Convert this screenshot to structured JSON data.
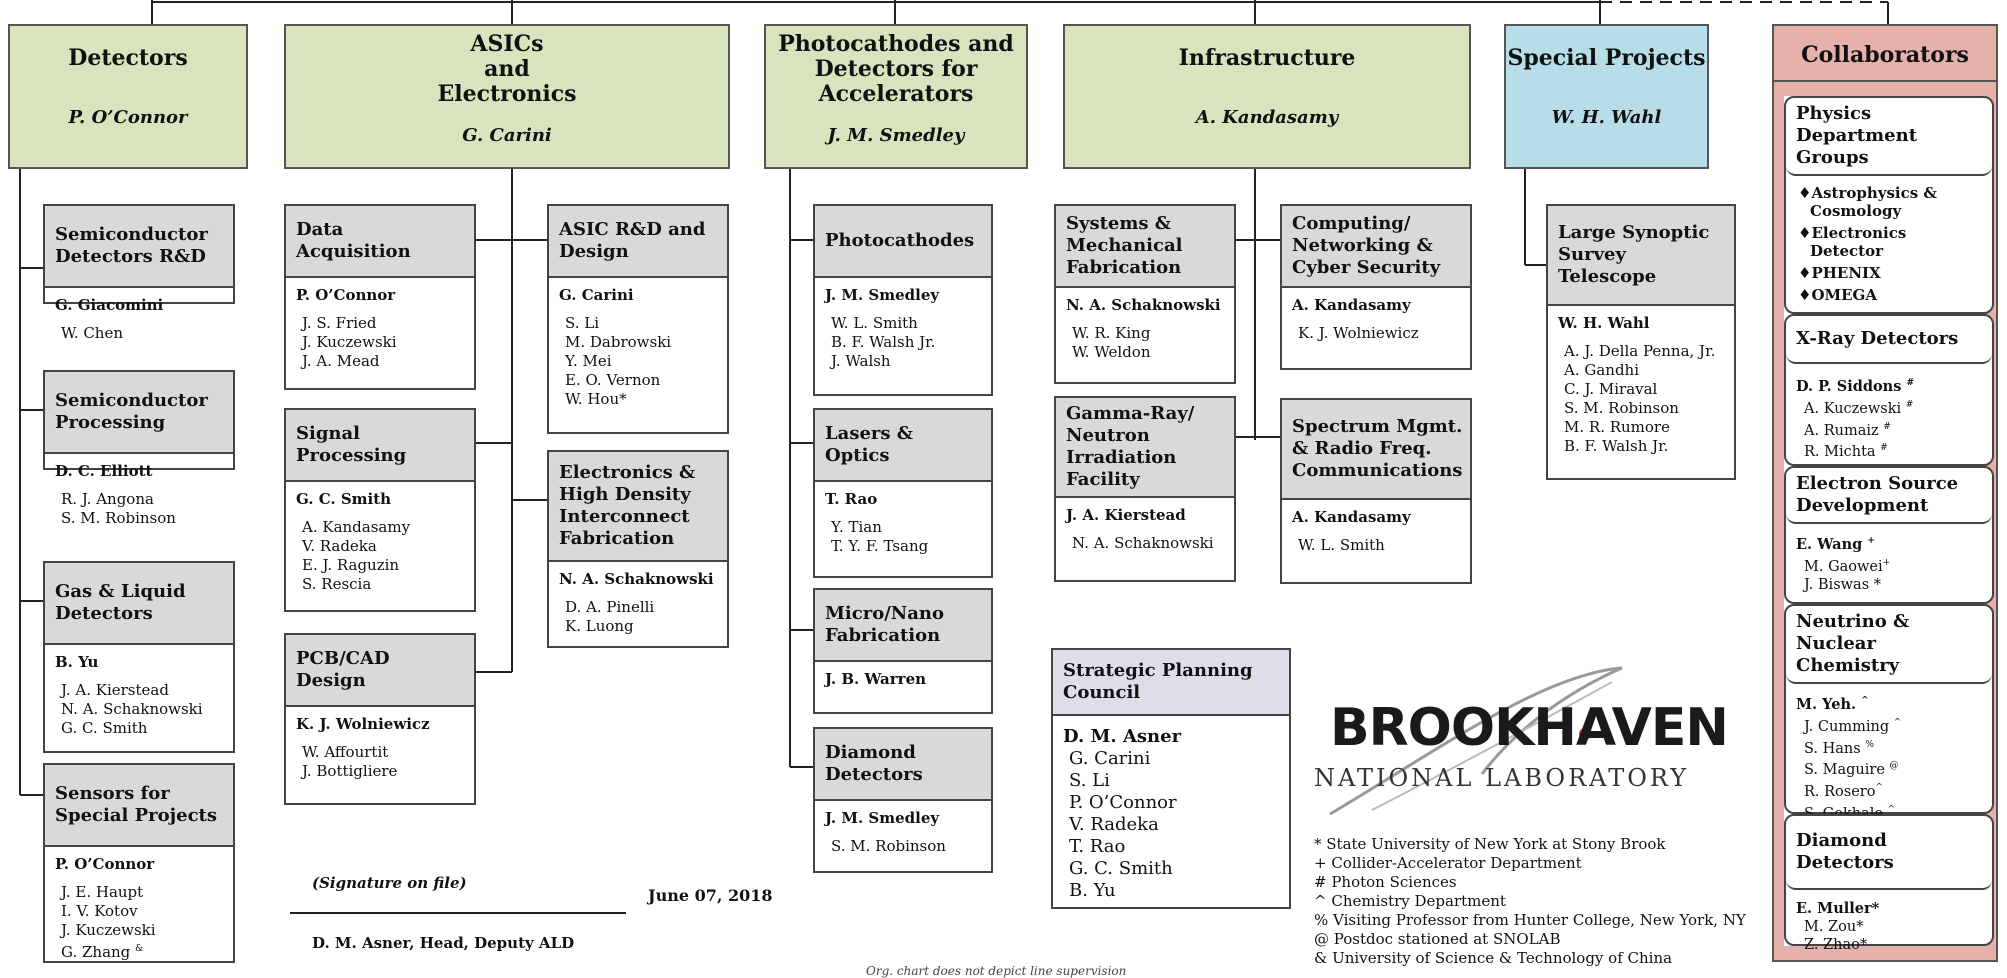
{
  "top_boxes": {
    "detectors": {
      "title": "Detectors",
      "leader": "P. O’Connor"
    },
    "asics": {
      "title1": "ASICs",
      "title2": "and",
      "title3": "Electronics",
      "leader": "G. Carini"
    },
    "photo": {
      "title1": "Photocathodes and",
      "title2": "Detectors for",
      "title3": "Accelerators",
      "leader": "J. M. Smedley"
    },
    "infra": {
      "title": "Infrastructure",
      "leader": "A. Kandasamy"
    },
    "special": {
      "title": "Special Projects",
      "leader": "W. H. Wahl"
    },
    "collab": {
      "title": "Collaborators"
    }
  },
  "groups": {
    "semi_rd": {
      "title": "Semiconductor Detectors R&D",
      "lead": "G. Giacomini",
      "members": [
        "W. Chen"
      ]
    },
    "semi_proc": {
      "title": "Semiconductor Processing",
      "lead": "D. C. Elliott",
      "members": [
        "R. J. Angona",
        "S. M. Robinson"
      ]
    },
    "gas": {
      "title": "Gas & Liquid Detectors",
      "lead": "B. Yu",
      "members": [
        "J. A. Kierstead",
        "N. A. Schaknowski",
        "G. C. Smith"
      ]
    },
    "sensors": {
      "title": "Sensors for Special Projects",
      "lead": "P. O’Connor",
      "members": [
        "J. E. Haupt",
        "I. V. Kotov",
        "J. Kuczewski",
        "G. Zhang"
      ],
      "last_mark": "&"
    },
    "daq": {
      "title": "Data Acquisition",
      "lead": "P. O’Connor",
      "members": [
        "J. S. Fried",
        "J. Kuczewski",
        "J. A. Mead"
      ]
    },
    "sigproc": {
      "title": "Signal Processing",
      "lead": "G. C.  Smith",
      "members": [
        "A. Kandasamy",
        "V. Radeka",
        "E. J. Raguzin",
        "S. Rescia"
      ]
    },
    "pcb": {
      "title": "PCB/CAD Design",
      "lead": "K. J. Wolniewicz",
      "members": [
        "W. Affourtit",
        "J. Bottigliere"
      ]
    },
    "asic_rd": {
      "title": "ASIC R&D and Design",
      "lead": "G. Carini",
      "members": [
        "S. Li",
        "M. Dabrowski",
        "Y. Mei",
        "E. O. Vernon",
        "W. Hou*"
      ]
    },
    "hdi": {
      "title": "Electronics & High Density Interconnect Fabrication",
      "lead": "N. A. Schaknowski",
      "members": [
        "D. A. Pinelli",
        "K. Luong"
      ]
    },
    "photocath": {
      "title": "Photocathodes",
      "lead": "J. M. Smedley",
      "members": [
        "W. L. Smith",
        "B. F. Walsh Jr.",
        "J. Walsh"
      ]
    },
    "lasers": {
      "title": "Lasers & Optics",
      "lead": "T. Rao",
      "members": [
        "Y. Tian",
        "T. Y. F. Tsang"
      ]
    },
    "micro": {
      "title": "Micro/Nano Fabrication",
      "lead": "J. B. Warren",
      "members": []
    },
    "diamond": {
      "title": "Diamond Detectors",
      "lead": "J. M. Smedley",
      "members": [
        "S. M. Robinson"
      ]
    },
    "sysmech": {
      "title": "Systems & Mechanical Fabrication",
      "lead": "N. A. Schaknowski",
      "members": [
        "W. R. King",
        "W. Weldon"
      ]
    },
    "computing": {
      "title": "Computing/ Networking & Cyber Security",
      "lead": "A. Kandasamy",
      "members": [
        "K. J. Wolniewicz"
      ]
    },
    "gamma": {
      "title": "Gamma-Ray/ Neutron Irradiation Facility",
      "lead": "J. A. Kierstead",
      "members": [
        "N. A. Schaknowski"
      ]
    },
    "spectrum": {
      "title": "Spectrum Mgmt. & Radio Freq. Communications",
      "lead": "A. Kandasamy",
      "members": [
        "W. L. Smith"
      ]
    },
    "lsst": {
      "title": "Large Synoptic Survey Telescope",
      "lead": "W. H. Wahl",
      "members": [
        "A. J. Della Penna, Jr.",
        "A. Gandhi",
        "C. J. Miraval",
        "S. M. Robinson",
        "M. R. Rumore",
        "B. F. Walsh Jr."
      ]
    },
    "strategic": {
      "title": "Strategic Planning Council",
      "lead": "D. M. Asner",
      "members": [
        "G. Carini",
        "S. Li",
        "P. O’Connor",
        "V. Radeka",
        "T. Rao",
        "G. C. Smith",
        "B. Yu"
      ]
    }
  },
  "collaborators": {
    "physics": {
      "title": "Physics Department Groups",
      "items": [
        "Astrophysics & Cosmology",
        "Electronics Detector",
        "PHENIX",
        "OMEGA"
      ]
    },
    "xray": {
      "title": "X-Ray Detectors",
      "lead": "D. P. Siddons",
      "lead_mark": "#",
      "members": [
        {
          "n": "A. Kuczewski",
          "s": "#"
        },
        {
          "n": "A. Rumaiz",
          "s": "#"
        },
        {
          "n": "R. Michta",
          "s": "#"
        }
      ]
    },
    "electron": {
      "title": "Electron Source Development",
      "lead": "E. Wang",
      "lead_mark": "+",
      "members": [
        {
          "n": "M. Gaowei",
          "s": "+"
        },
        {
          "n": "J. Biswas *",
          "s": ""
        }
      ]
    },
    "neutrino": {
      "title": "Neutrino & Nuclear Chemistry",
      "lead": "M. Yeh.",
      "lead_mark": "^",
      "members": [
        {
          "n": "J. Cumming",
          "s": "^"
        },
        {
          "n": "S. Hans",
          "s": "%"
        },
        {
          "n": "S. Maguire",
          "s": "@"
        },
        {
          "n": "R. Rosero",
          "s": "^"
        },
        {
          "n": "S. Gokhale",
          "s": "^"
        }
      ]
    },
    "diamond": {
      "title": "Diamond Detectors",
      "lead": "E. Muller*",
      "lead_mark": "",
      "members": [
        {
          "n": "M. Zou*",
          "s": ""
        },
        {
          "n": "Z. Zhao*",
          "s": ""
        }
      ]
    }
  },
  "signature": {
    "note": "(Signature on file)",
    "date": "June 07, 2018",
    "name": "D. M. Asner, Head, Deputy ALD"
  },
  "footer_note": "Org. chart does not depict line supervision",
  "logo": {
    "word": "BROOKHAVEN",
    "sub": "NATIONAL LABORATORY"
  },
  "legend": [
    "* State University of New York at Stony Brook",
    "+ Collider-Accelerator Department",
    "# Photon Sciences",
    "^ Chemistry Department",
    "% Visiting Professor from Hunter College, New York, NY",
    "@ Postdoc stationed at SNOLAB",
    "& University of Science & Technology of China"
  ],
  "colors": {
    "green": "#d7e4bd",
    "blue": "#b7dde8",
    "red": "#e6b0ab",
    "lavender": "#e1dcea",
    "gray": "#d9d9d9",
    "logo_dot": "#e8322d"
  }
}
